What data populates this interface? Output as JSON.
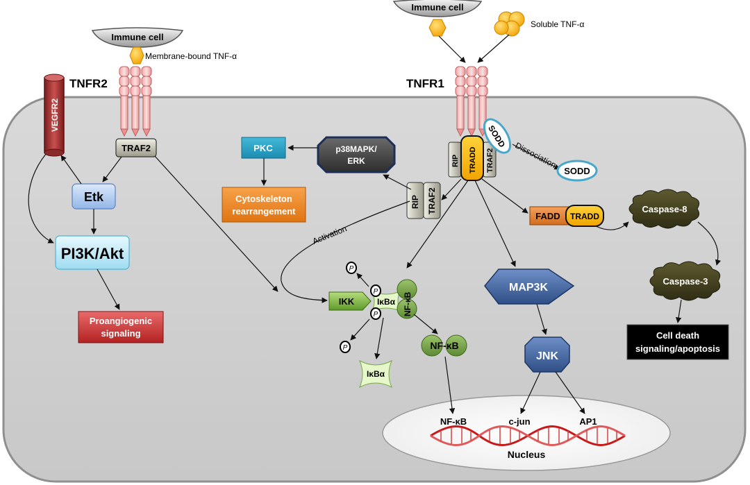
{
  "labels": {
    "immune_cell_left": "Immune cell",
    "immune_cell_right": "Immune cell",
    "membrane_tnf": "Membrane-bound TNF-α",
    "soluble_tnf": "Soluble TNF-α",
    "tnfr2": "TNFR2",
    "tnfr1": "TNFR1",
    "vegfr2": "VEGFR2",
    "traf2_tnfr2": "TRAF2",
    "etk": "Etk",
    "pi3k": "PI3K/Akt",
    "proangiogenic_1": "Proangiogenic",
    "proangiogenic_2": "signaling",
    "pkc": "PKC",
    "p38_1": "p38MAPK/",
    "p38_2": "ERK",
    "cytoskeleton_1": "Cytoskeleton",
    "cytoskeleton_2": "rearrangement",
    "rip_complex": "RIP",
    "tradd_complex": "TRADD",
    "traf2_complex": "TRAF2",
    "sodd_bound": "SODD",
    "dissociation": "Dissociation",
    "sodd_free": "SODD",
    "rip_small": "RIP",
    "traf2_small": "TRAF2",
    "activation": "Activation",
    "fadd": "FADD",
    "tradd_fadd": "TRADD",
    "caspase8": "Caspase-8",
    "caspase3": "Caspase-3",
    "cell_death_1": "Cell death",
    "cell_death_2": "signaling/apoptosis",
    "ikk": "IKK",
    "ikba_complex": "IκBα",
    "nfkb_complex": "NF-κB",
    "phospho": "P",
    "ikba_free": "IκBα",
    "nfkb_free": "NF-κB",
    "map3k": "MAP3K",
    "jnk": "JNK",
    "nucleus": "Nucleus",
    "nfkb_nucleus": "NF-κB",
    "cjun": "c-jun",
    "ap1": "AP1"
  }
}
